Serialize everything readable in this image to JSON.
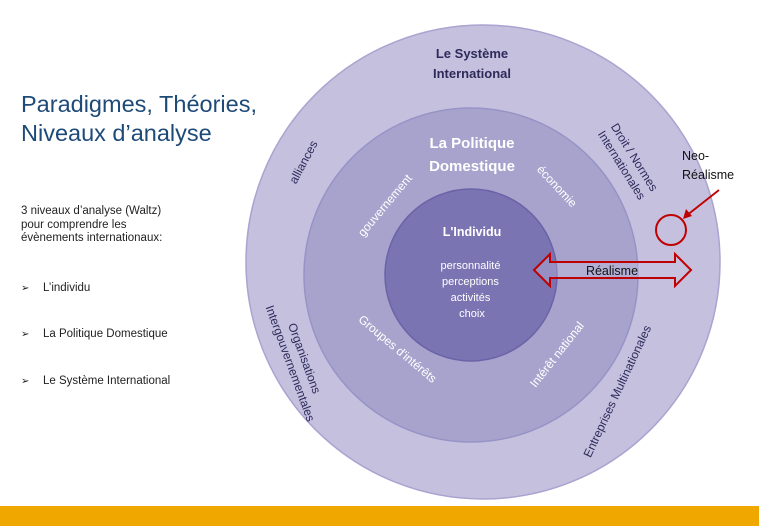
{
  "title": {
    "line1": "Paradigmes, Théories,",
    "line2": "Niveaux d’analyse"
  },
  "intro": {
    "line1": "3 niveaux d’analyse (Waltz)",
    "line2": "pour comprendre les",
    "line3": "évènements internationaux:"
  },
  "bullets": [
    "L’individu",
    "La Politique Domestique",
    "Le Système International"
  ],
  "bullet_marker": "➢",
  "diagram": {
    "outer": {
      "title1": "Le Système",
      "title2": "International",
      "alliances": "alliances",
      "droit1": "Droit / Normes",
      "droit2": "Internationales",
      "org1": "Organisations",
      "org2": "Intergouvernementales",
      "entreprises": "Entreprises Multinationales"
    },
    "middle": {
      "title1": "La Politique",
      "title2": "Domestique",
      "gouvernement": "gouvernement",
      "economie": "économie",
      "groupes": "Groupes d'intérêts",
      "interet": "Intérêt national"
    },
    "inner": {
      "title": "L'Individu",
      "items": [
        "personnalité",
        "perceptions",
        "activités",
        "choix"
      ]
    },
    "realisme": "Réalisme",
    "neo1": "Neo-",
    "neo2": "Réalisme"
  },
  "colors": {
    "outer": "#c4c0de",
    "middle": "#a8a3cd",
    "inner": "#7a74b3",
    "accent": "#c00000",
    "bar": "#f0a800",
    "title": "#1e4a78"
  }
}
